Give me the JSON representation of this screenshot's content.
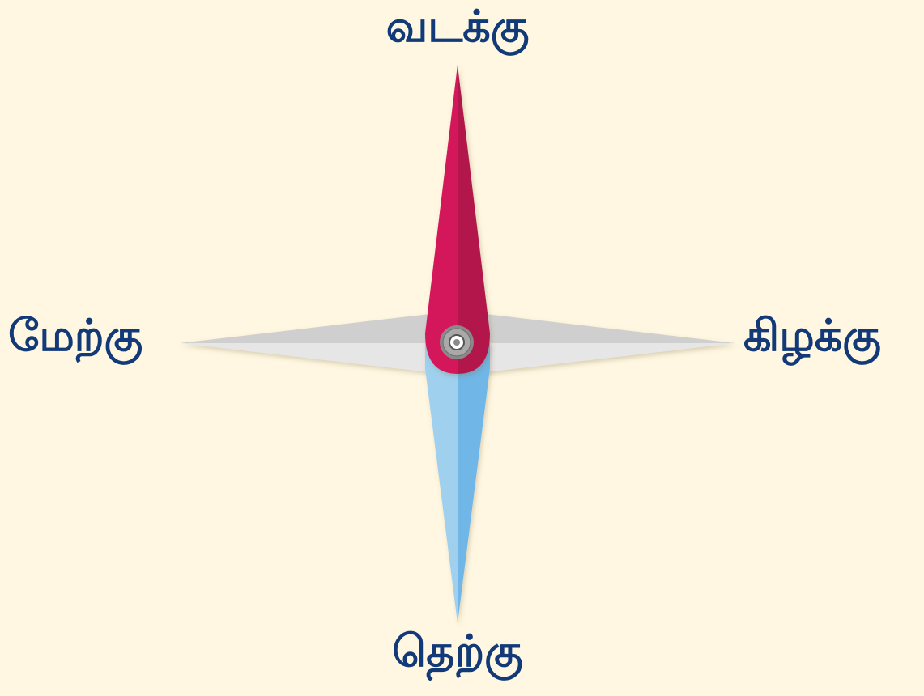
{
  "compass": {
    "north_label": "வடக்கு",
    "south_label": "தெற்கு",
    "west_label": "மேற்கு",
    "east_label": "கிழக்கு"
  },
  "colors": {
    "background": "#fff7e1",
    "label_text": "#123a78",
    "north_needle_light": "#d4145a",
    "north_needle_dark": "#b3174c",
    "south_needle_light": "#9fd0ee",
    "south_needle_dark": "#6fb6e6",
    "east_west_needle_light": "#e6e6e6",
    "east_west_needle_dark": "#cfcfcf",
    "pivot": "#8a8a8a"
  }
}
